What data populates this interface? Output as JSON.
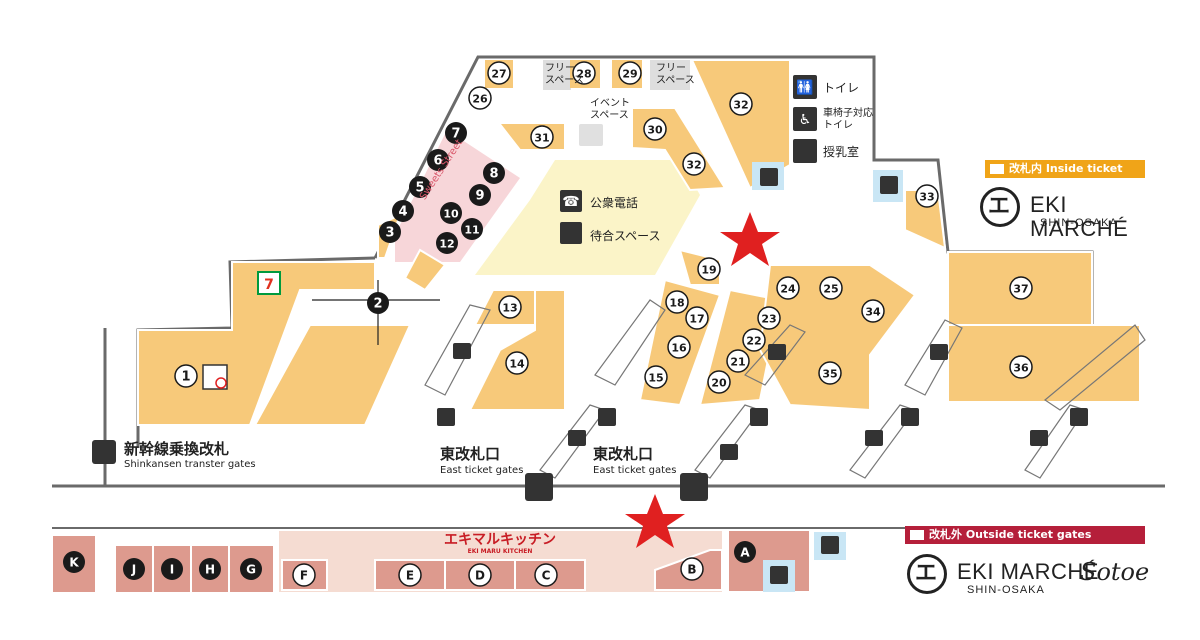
{
  "colors": {
    "shop": "#f7c97a",
    "shop_outside": "#dd9a8e",
    "kitchen_zone": "#f5dcd2",
    "sweets_zone": "#f7d6d9",
    "free_space": "#dedede",
    "waiting_area": "#fbf4c8",
    "elevator_box": "#c9e6f5",
    "star": "#e02020",
    "badge_inside": "#f0a418",
    "badge_outside": "#b51f3a",
    "kitchen_text": "#c81d25",
    "wall": "#6a6a6a"
  },
  "legend": {
    "inside": "改札内 Inside ticket gates",
    "outside": "改札外 Outside ticket gates"
  },
  "logo": {
    "name": "EKI MARCHÉ",
    "sub": "SHIN-OSAKA",
    "sotoe": "Sotoe"
  },
  "facilities": {
    "toilet": "トイレ",
    "accessible_toilet": "車椅子対応\nトイレ",
    "nursing_room": "授乳室",
    "public_phone": "公衆電話",
    "waiting_space": "待合スペース",
    "event_space": "イベント\nスペース",
    "free_space": "フリー\nスペース",
    "sweets_street": "Sweets Street"
  },
  "gates": {
    "shinkansen_ja": "新幹線乗換改札",
    "shinkansen_en": "Shinkansen transter gates",
    "east_ja": "東改札口",
    "east_en": "East ticket gates"
  },
  "kitchen": {
    "name": "エキマルキッチン",
    "name_en": "EKI MARU KITCHEN"
  },
  "shops_inside": [
    "1",
    "2",
    "3",
    "4",
    "5",
    "6",
    "7",
    "8",
    "9",
    "10",
    "11",
    "12",
    "13",
    "14",
    "15",
    "16",
    "17",
    "18",
    "19",
    "20",
    "21",
    "22",
    "23",
    "24",
    "25",
    "26",
    "27",
    "28",
    "29",
    "30",
    "31",
    "32",
    "33",
    "34",
    "35",
    "36",
    "37"
  ],
  "shops_outside": [
    "A",
    "B",
    "C",
    "D",
    "E",
    "F",
    "G",
    "H",
    "I",
    "J",
    "K"
  ],
  "icons": [
    "seven-eleven-logo",
    "toilet-icon",
    "wheelchair-icon",
    "nursing-bottle-icon",
    "phone-icon",
    "waiting-seat-icon",
    "event-tent-icon",
    "elevator-icon",
    "escalator-icon",
    "ticket-gate-icon",
    "star-marker-icon",
    "no-smoking-icon"
  ]
}
